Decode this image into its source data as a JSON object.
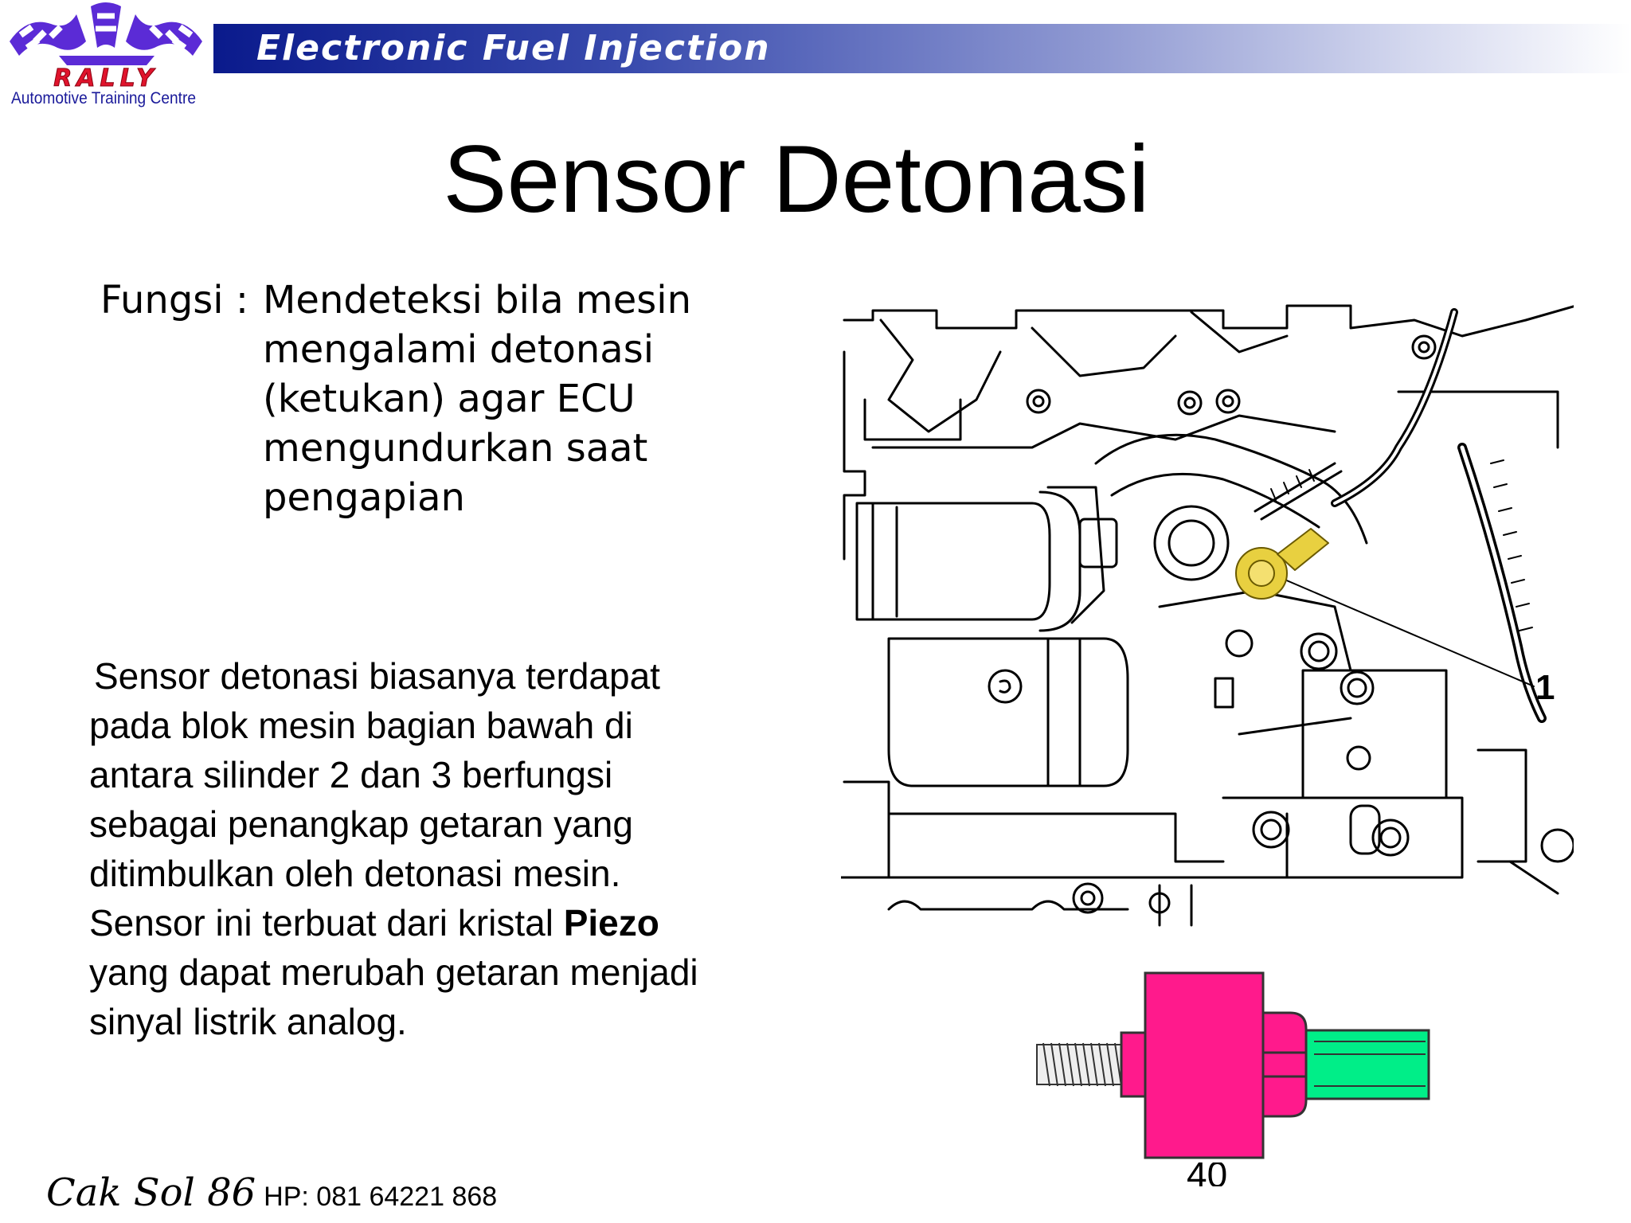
{
  "header": {
    "logo_text": "RALLY",
    "logo_subtext": "Automotive Training Centre",
    "banner_title": "Electronic Fuel Injection"
  },
  "slide": {
    "title": "Sensor Detonasi",
    "fungsi_label": "Fungsi :",
    "fungsi_lines": [
      "Mendeteksi bila mesin",
      "mengalami detonasi",
      "(ketukan) agar ECU",
      "mengundurkan saat",
      "pengapian"
    ],
    "description_lines": [
      "Sensor detonasi biasanya terdapat",
      "pada blok mesin bagian bawah di",
      "antara silinder 2 dan 3 berfungsi",
      "sebagai penangkap getaran yang",
      "ditimbulkan oleh detonasi mesin.",
      "Sensor ini terbuat dari kristal",
      "yang dapat merubah getaran menjadi",
      "sinyal listrik analog."
    ],
    "description_bold_word": "Piezo",
    "engine_callout": "1",
    "page_number": "40"
  },
  "footer": {
    "author": "Cak Sol 86",
    "phone": "HP: 081 64221 868"
  },
  "colors": {
    "banner_dark": "#0a1a8c",
    "logo_purple": "#5b2bd6",
    "logo_red": "#e0142c",
    "sensor_magenta": "#ff1a8c",
    "sensor_green": "#00ee88",
    "sensor_yellow": "#e8d040"
  }
}
